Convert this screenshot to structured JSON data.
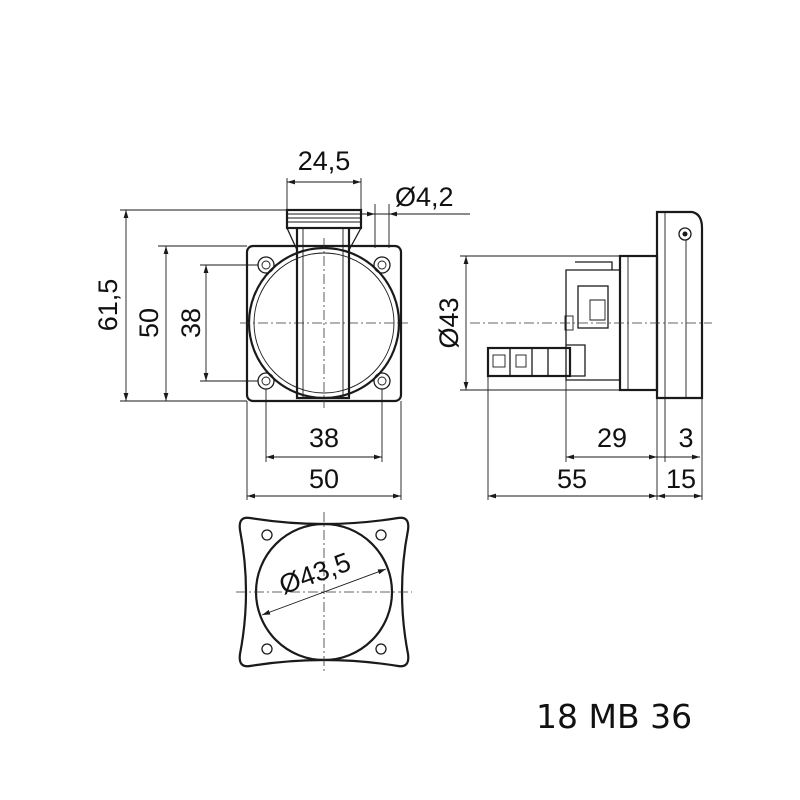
{
  "front_view": {
    "dims": {
      "top_width": "24,5",
      "hole_diameter": "Ø4,2",
      "overall_height": "61,5",
      "flange_height": "50",
      "hole_pitch_vertical": "38",
      "hole_pitch_horizontal": "38",
      "flange_width": "50"
    }
  },
  "side_view": {
    "dims": {
      "body_diameter": "Ø43",
      "depth_29": "29",
      "flange_3": "3",
      "total_depth": "55",
      "cover_depth": "15"
    }
  },
  "cutout_view": {
    "dims": {
      "cutout_diameter": "Ø43,5"
    }
  },
  "part_code": "18 MB 36"
}
